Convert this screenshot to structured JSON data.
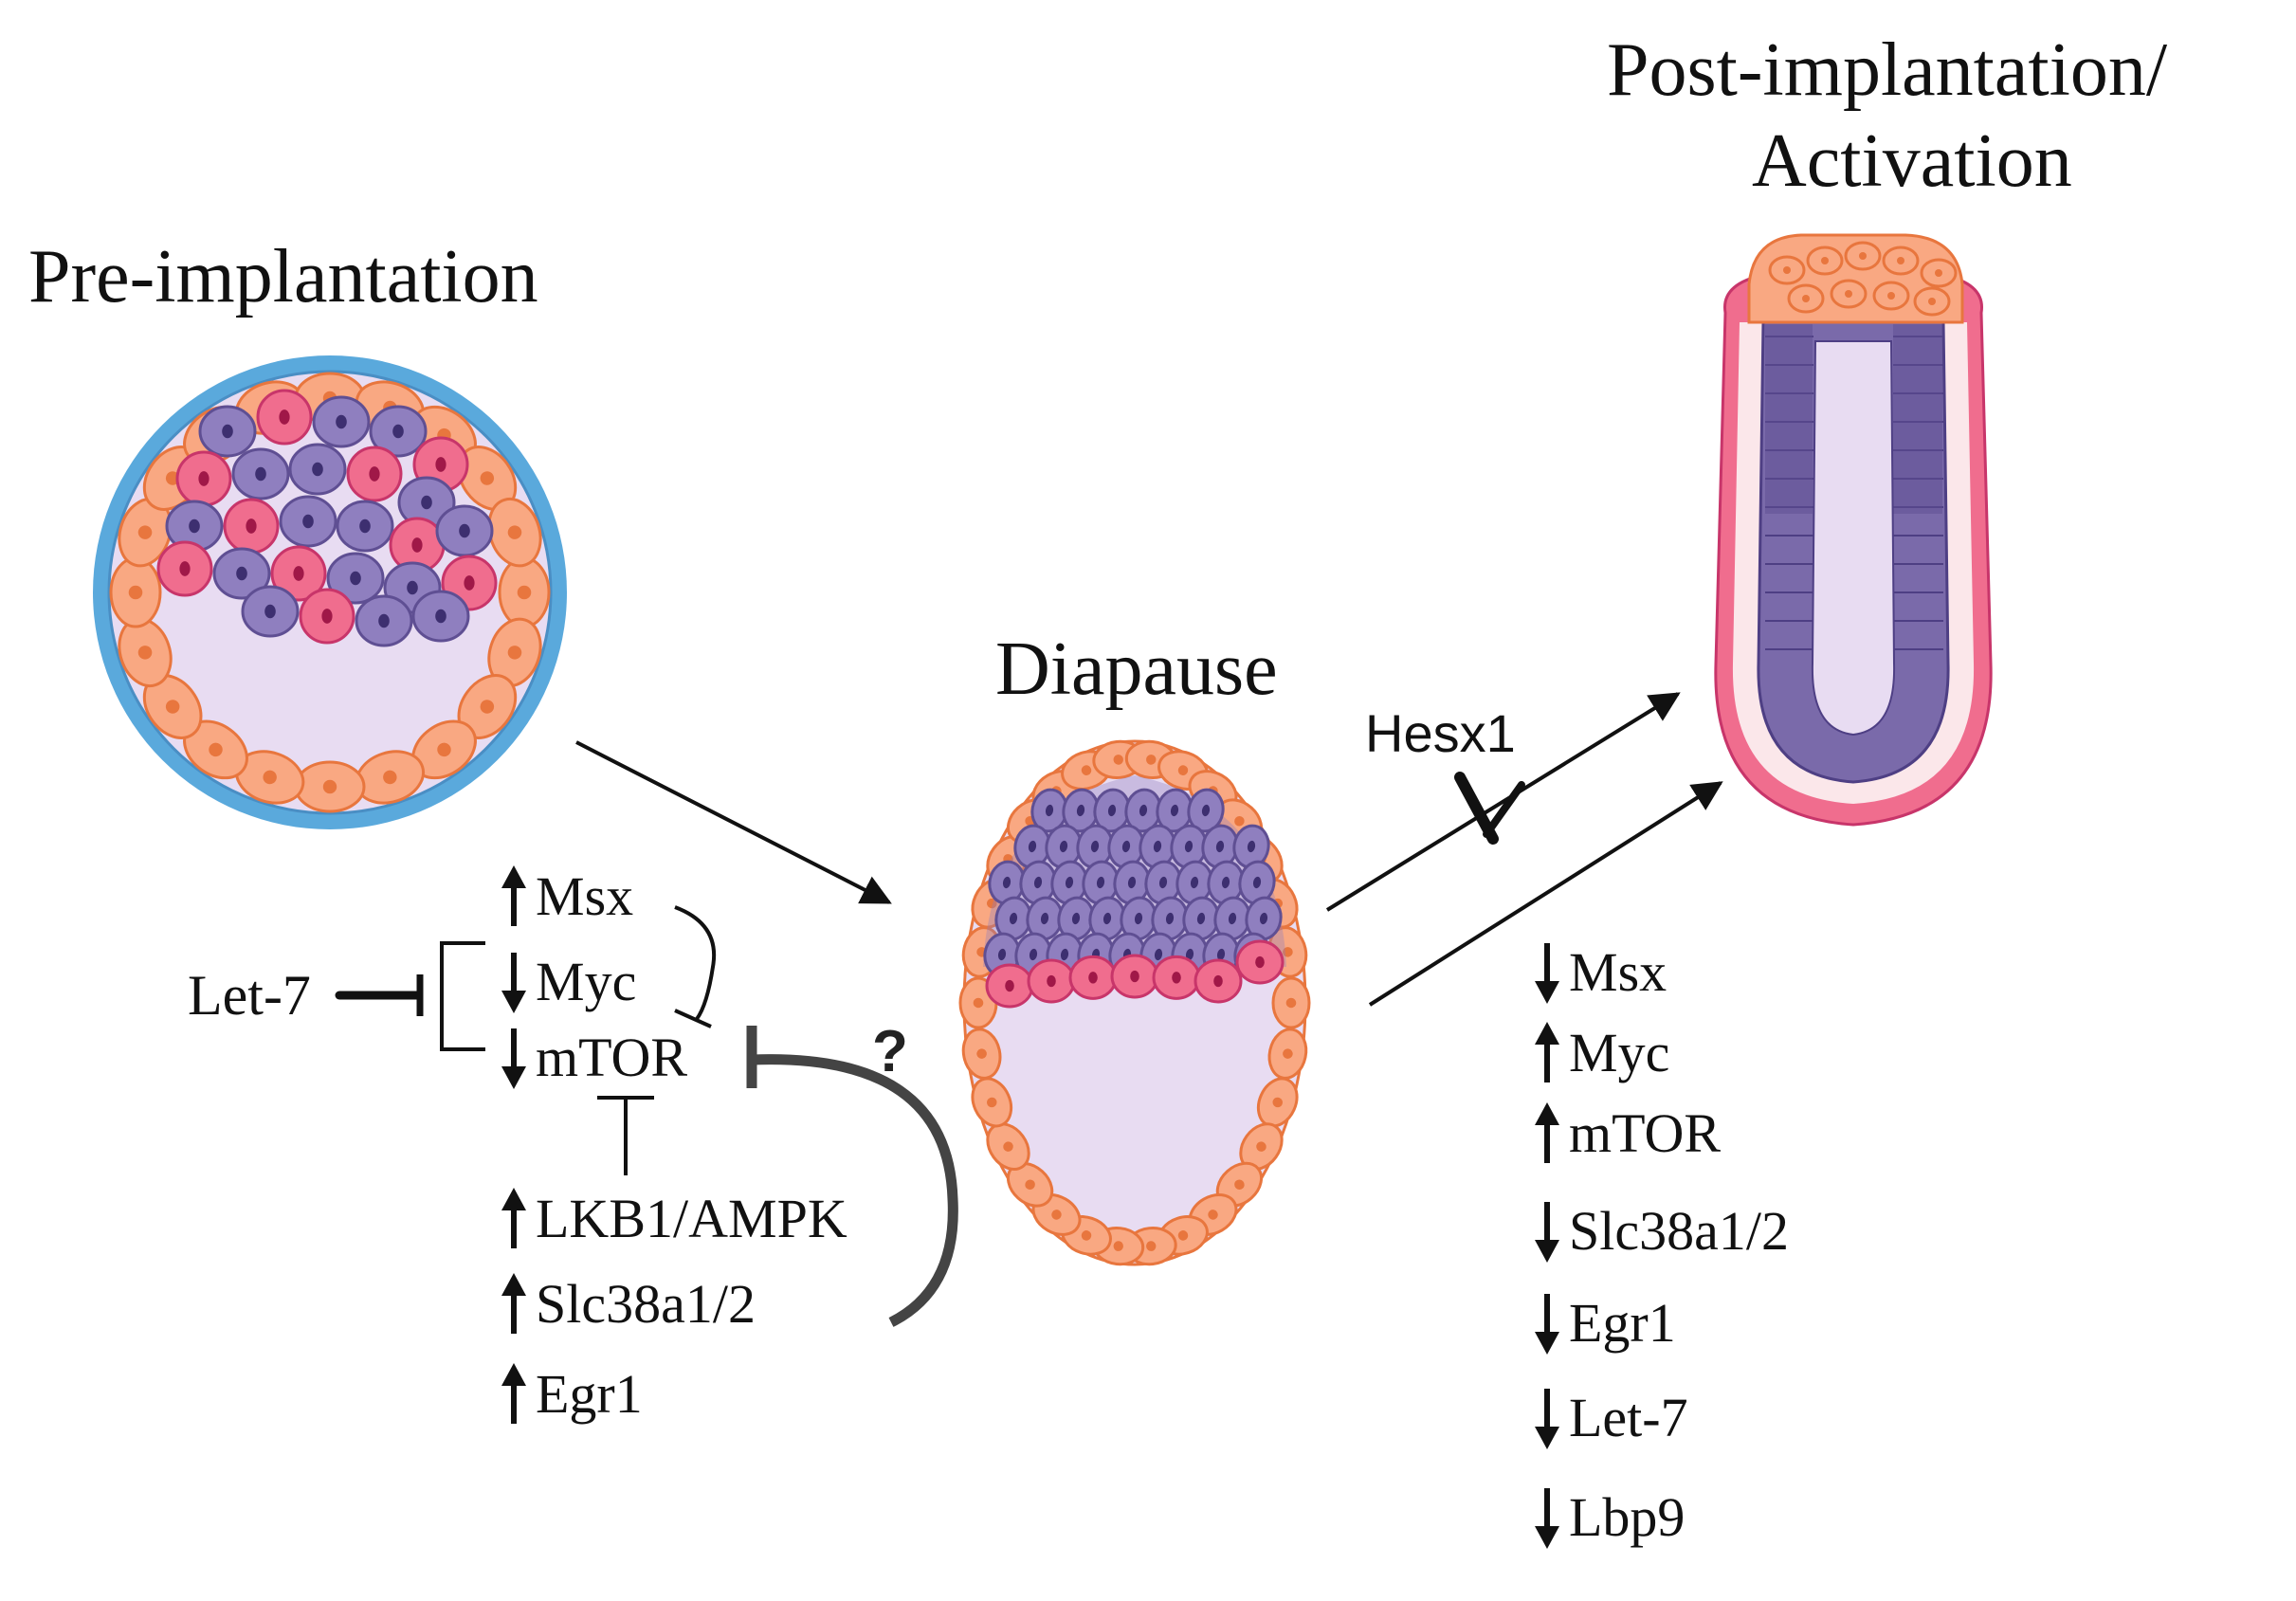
{
  "stages": {
    "pre": "Pre-implantation",
    "diapause": "Diapause",
    "post_line1": "Post-implantation/",
    "post_line2": "Activation"
  },
  "pre_regulation": {
    "genes": [
      {
        "name": "Msx",
        "direction": "up"
      },
      {
        "name": "Myc",
        "direction": "down"
      },
      {
        "name": "mTOR",
        "direction": "down"
      },
      {
        "name": "LKB1/AMPK",
        "direction": "up"
      },
      {
        "name": "Slc38a1/2",
        "direction": "up"
      },
      {
        "name": "Egr1",
        "direction": "up"
      }
    ],
    "inhibitor": "Let-7",
    "question": "?"
  },
  "blocked_path_label": "Hesx1",
  "post_regulation": {
    "genes": [
      {
        "name": "Msx",
        "direction": "down"
      },
      {
        "name": "Myc",
        "direction": "up"
      },
      {
        "name": "mTOR",
        "direction": "up"
      },
      {
        "name": "Slc38a1/2",
        "direction": "down"
      },
      {
        "name": "Egr1",
        "direction": "down"
      },
      {
        "name": "Let-7",
        "direction": "down"
      },
      {
        "name": "Lbp9",
        "direction": "down"
      }
    ]
  },
  "colors": {
    "trophectoderm": "#f9a882",
    "trophectoderm_stroke": "#e8763e",
    "icm_purple": "#8f7fbf",
    "icm_stroke": "#5f4f93",
    "primitive_endoderm": "#f06d8e",
    "endoderm_stroke": "#c8356a",
    "cavity": "#e8dcf2",
    "zona": "#5aa9dc",
    "arrow": "#111111"
  }
}
